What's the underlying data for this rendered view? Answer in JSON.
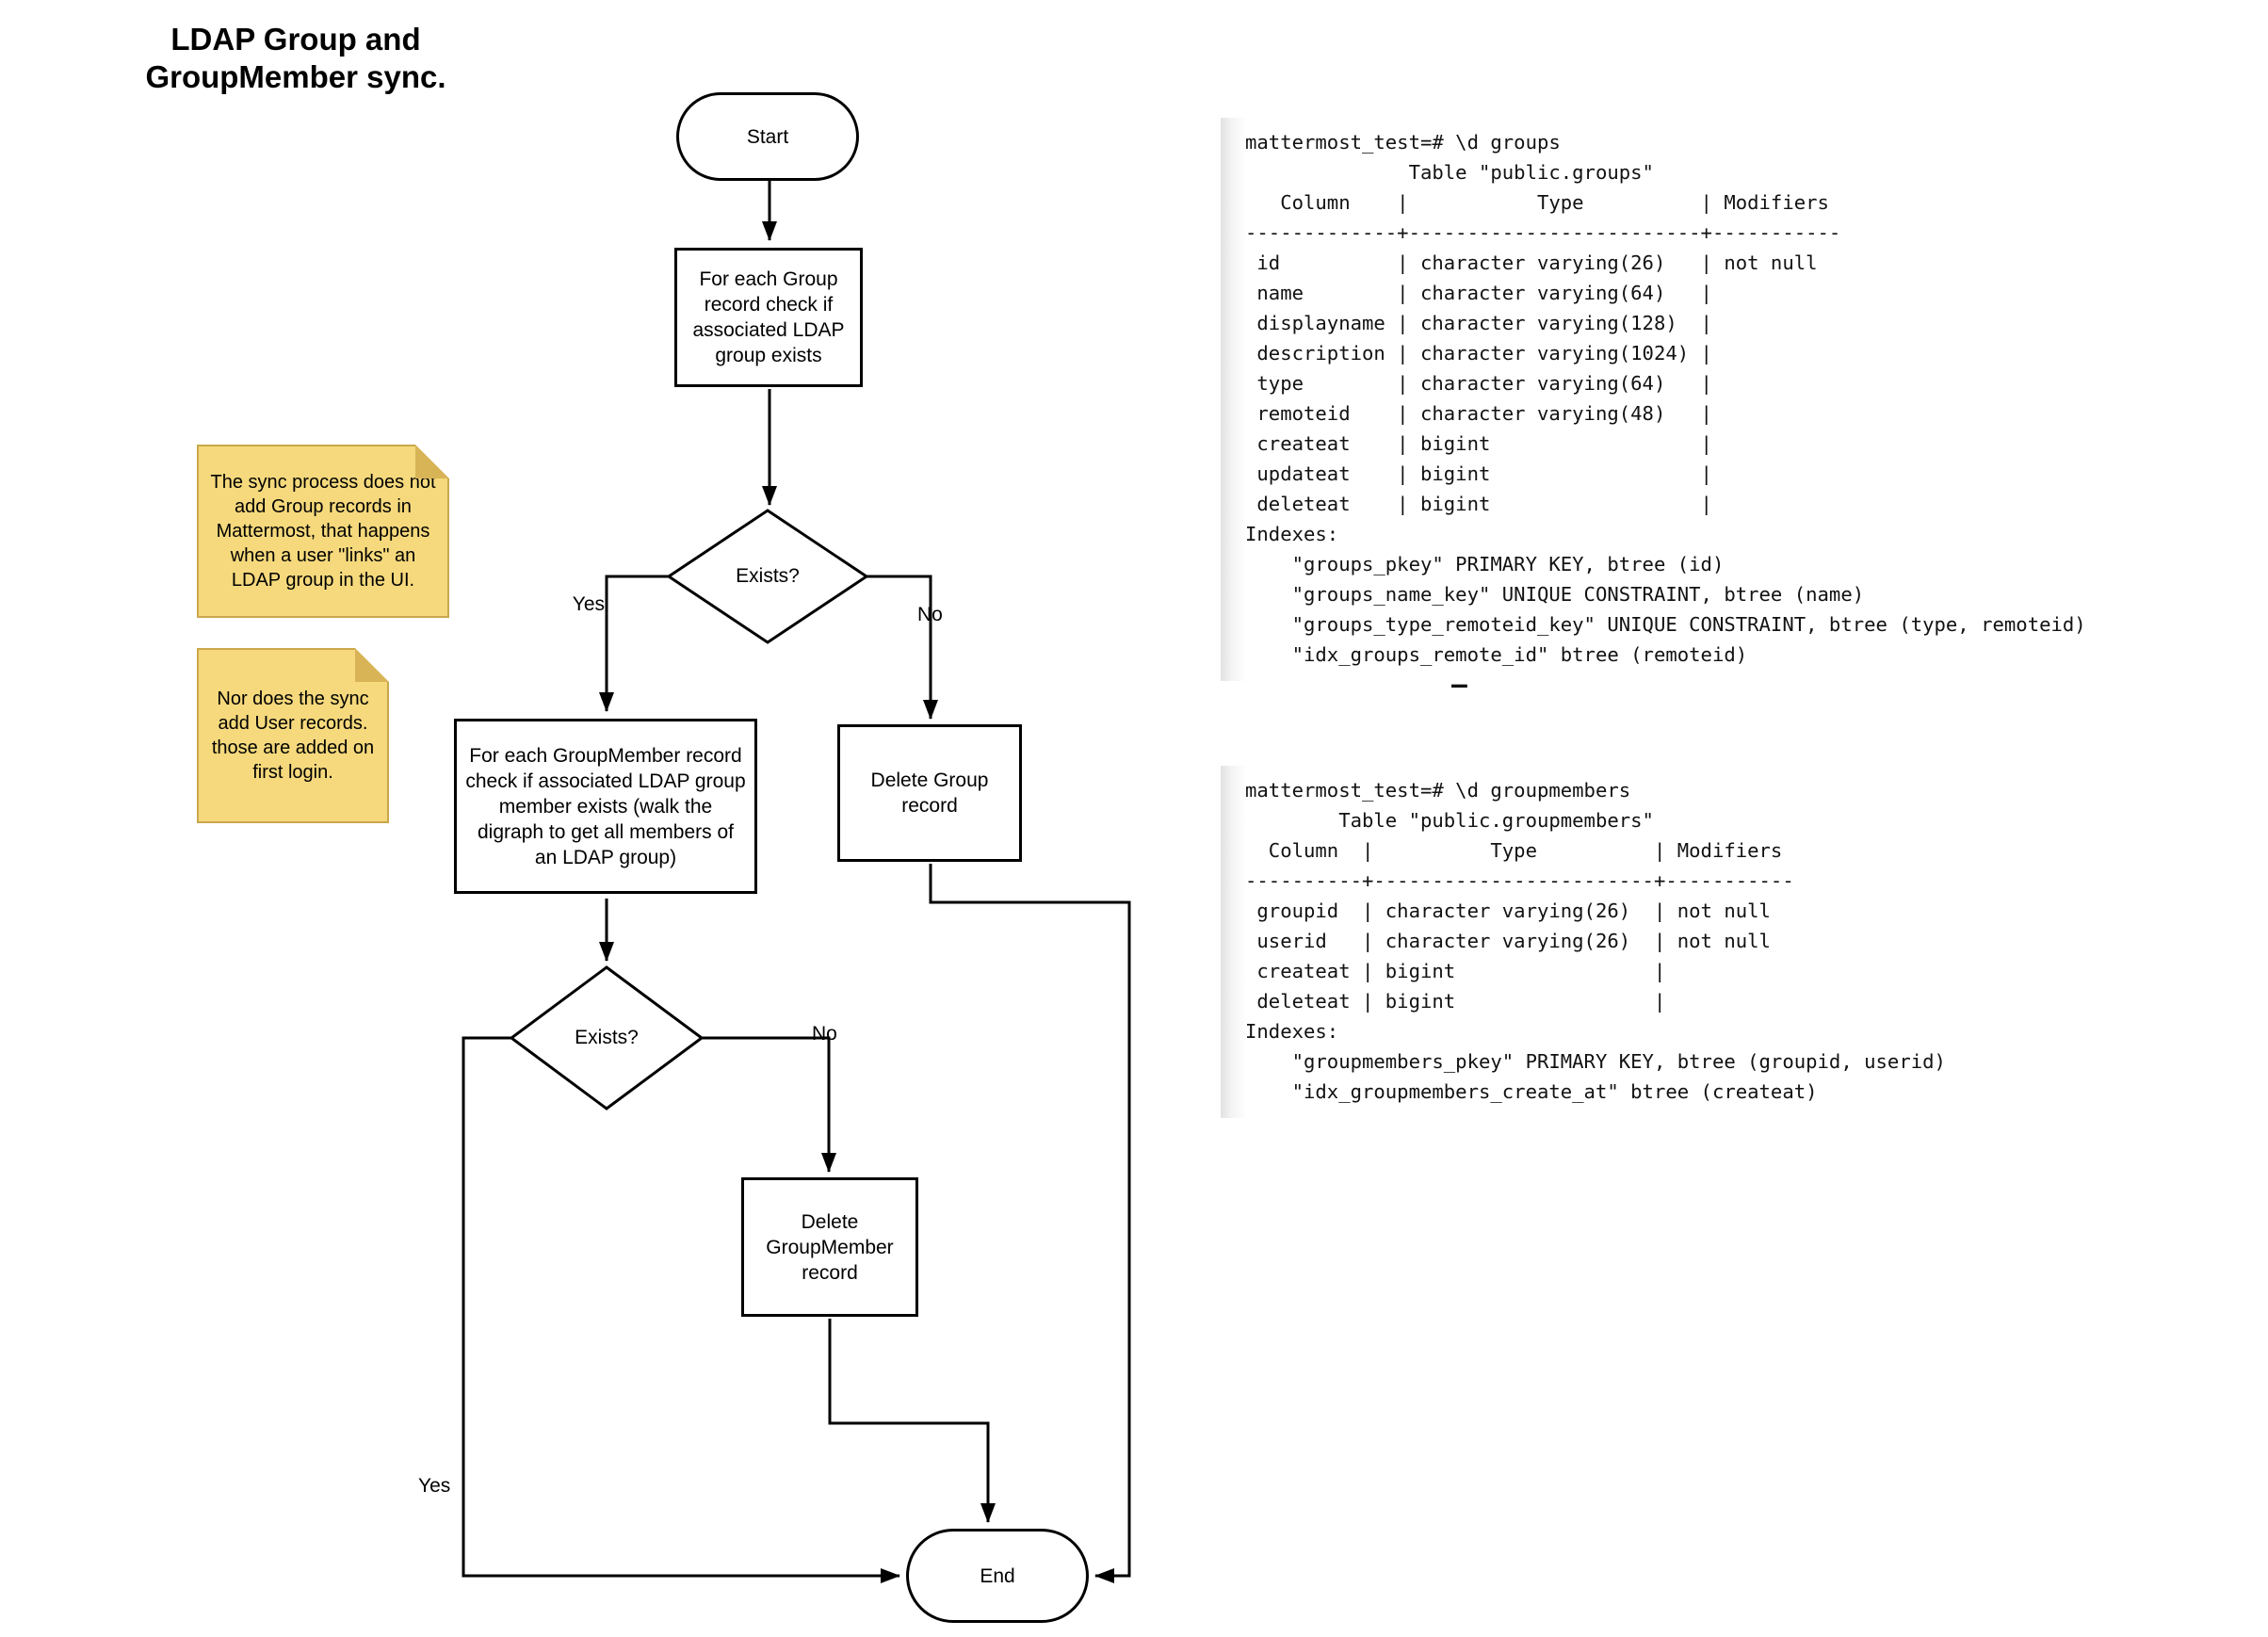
{
  "title": {
    "line1": "LDAP Group and",
    "line2": "GroupMember sync."
  },
  "flowchart": {
    "start_label": "Start",
    "check_group_text": "For each Group record check if associated LDAP group exists",
    "group_exists_label": "Exists?",
    "group_yes": "Yes",
    "group_no": "No",
    "check_member_text": "For each GroupMember record check if associated LDAP group member exists (walk the digraph to get all members of an LDAP group)",
    "delete_group_text": "Delete Group record",
    "member_exists_label": "Exists?",
    "member_yes": "Yes",
    "member_no": "No",
    "delete_member_text": "Delete GroupMember record",
    "end_label": "End"
  },
  "notes": {
    "group_note": "The sync process does not add Group records in Mattermost, that happens when a user \"links\" an LDAP group in the UI.",
    "user_note": "Nor does the sync add User records. those are added on first login."
  },
  "terminals": {
    "groups": {
      "lines": [
        "mattermost_test=# \\d groups",
        "              Table \"public.groups\"",
        "   Column    |           Type          | Modifiers",
        "-------------+-------------------------+-----------",
        " id          | character varying(26)   | not null",
        " name        | character varying(64)   |",
        " displayname | character varying(128)  |",
        " description | character varying(1024) |",
        " type        | character varying(64)   |",
        " remoteid    | character varying(48)   |",
        " createat    | bigint                  |",
        " updateat    | bigint                  |",
        " deleteat    | bigint                  |",
        "Indexes:",
        "    \"groups_pkey\" PRIMARY KEY, btree (id)",
        "    \"groups_name_key\" UNIQUE CONSTRAINT, btree (name)",
        "    \"groups_type_remoteid_key\" UNIQUE CONSTRAINT, btree (type, remoteid)",
        "    \"idx_groups_remote_id\" btree (remoteid)"
      ]
    },
    "groupmembers": {
      "lines": [
        "mattermost_test=# \\d groupmembers",
        "        Table \"public.groupmembers\"",
        "  Column  |          Type          | Modifiers",
        "----------+------------------------+-----------",
        " groupid  | character varying(26)  | not null",
        " userid   | character varying(26)  | not null",
        " createat | bigint                 |",
        " deleteat | bigint                 |",
        "Indexes:",
        "    \"groupmembers_pkey\" PRIMARY KEY, btree (groupid, userid)",
        "    \"idx_groupmembers_create_at\" btree (createat)"
      ]
    },
    "cursor_dash": "–"
  },
  "colors": {
    "note_fill": "#F5D97C",
    "note_fold": "#D8B457",
    "note_border": "#C9A74B",
    "line": "#000000",
    "terminal_text": "#121212",
    "terminal_edge_shadow": "#E2E2E2"
  }
}
